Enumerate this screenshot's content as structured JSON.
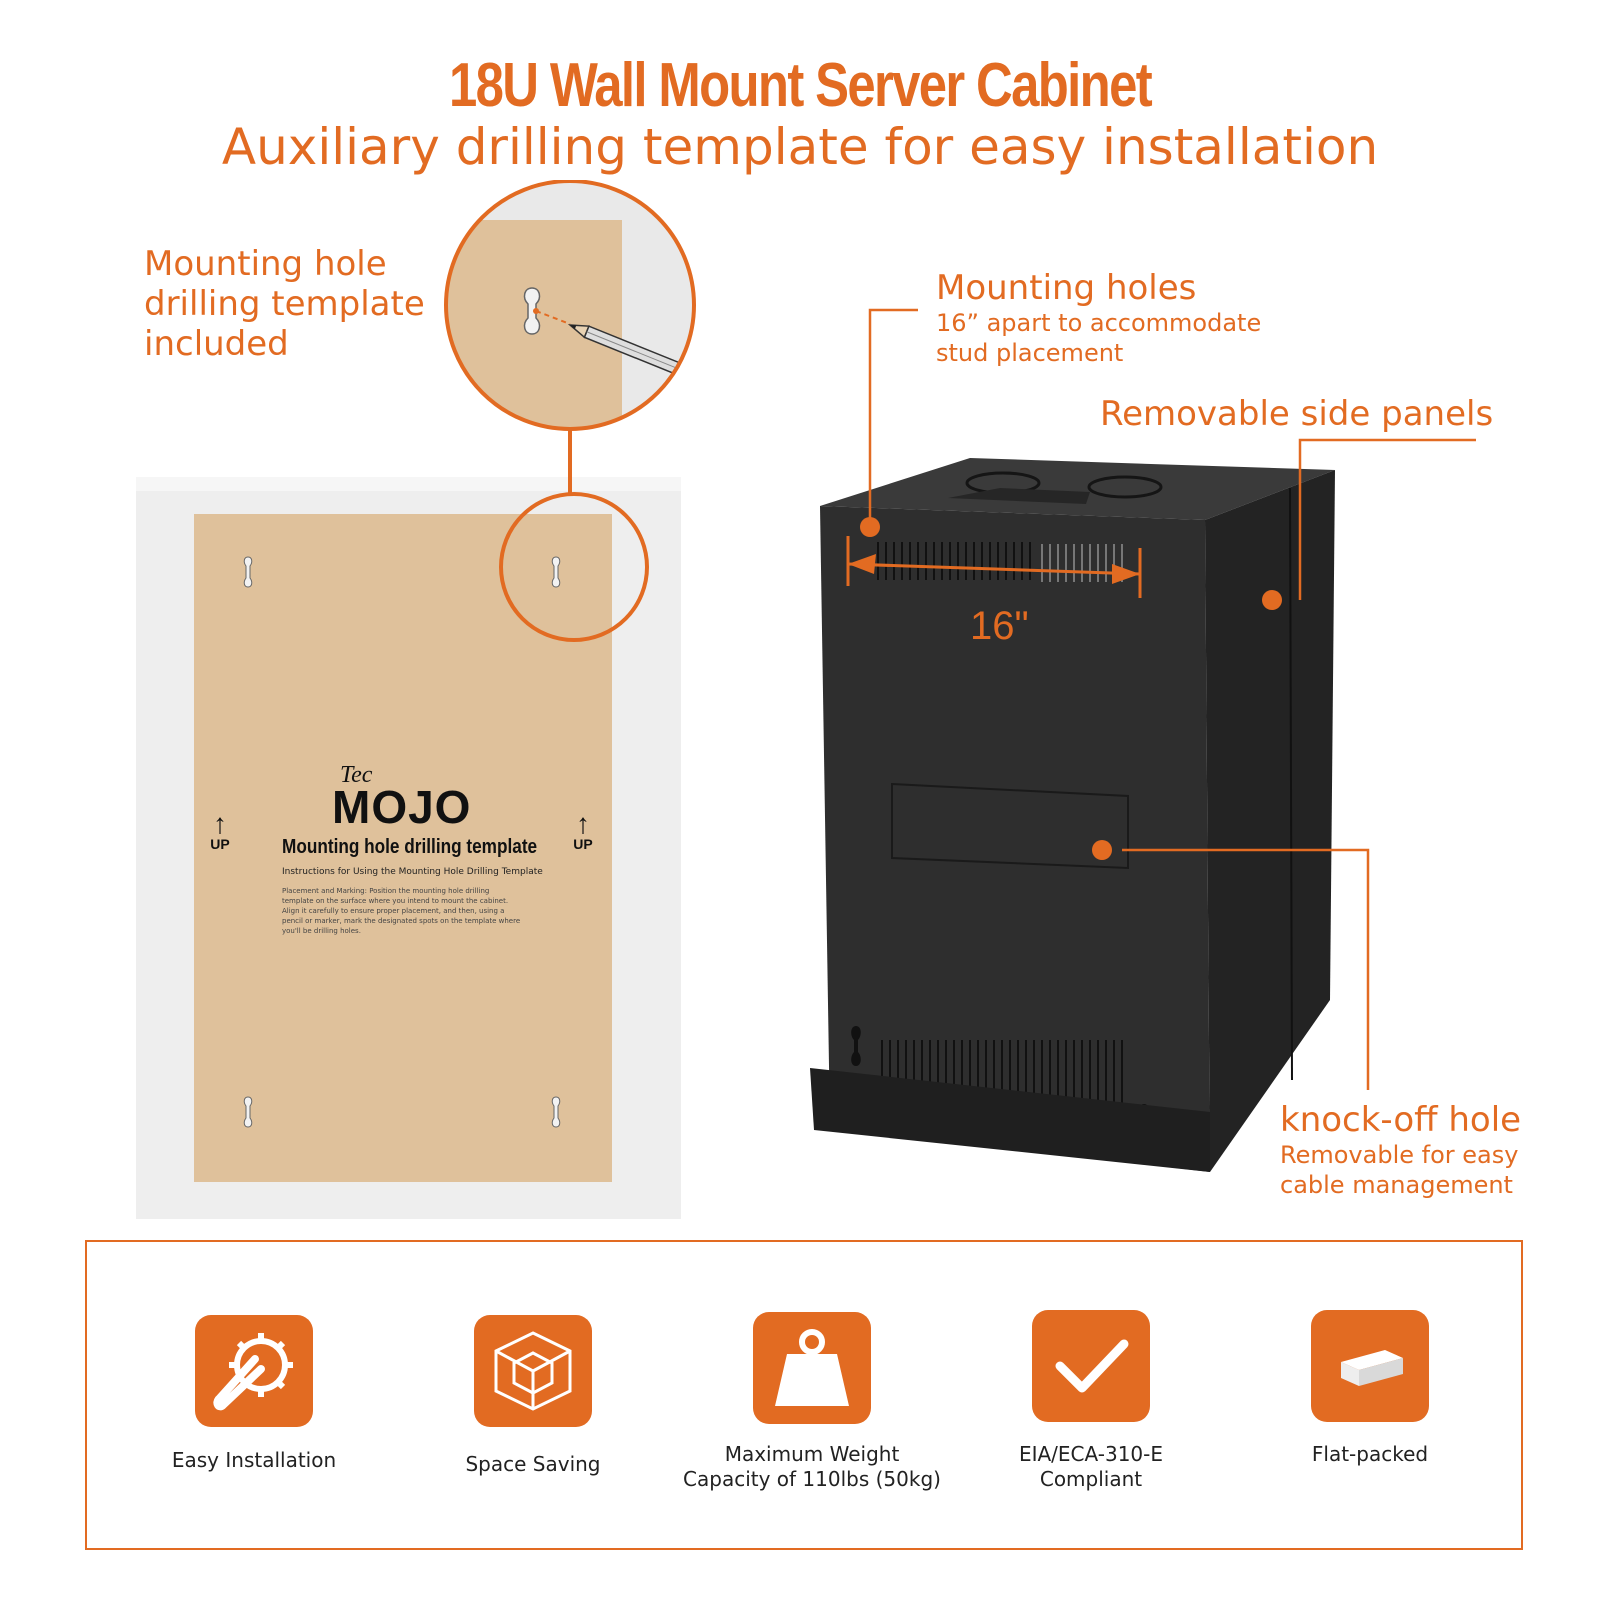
{
  "header": {
    "title": "18U Wall Mount Server Cabinet",
    "subtitle": "Auxiliary drilling template for easy installation"
  },
  "callouts": {
    "template_text": "Mounting hole drilling template included",
    "template_lines": [
      "Mounting hole",
      "drilling template",
      "included"
    ],
    "mounting_holes_title": "Mounting holes",
    "mounting_holes_lines": [
      "16” apart to accommodate",
      "stud placement"
    ],
    "side_panels_title": "Removable side panels",
    "knockoff_title": "knock-off hole",
    "knockoff_lines": [
      "Removable for easy",
      "cable management"
    ],
    "dimension": "16\""
  },
  "template": {
    "logo_small": "Tec",
    "logo": "MOJO",
    "heading": "Mounting hole drilling template",
    "instructions_title": "Instructions for Using the Mounting Hole Drilling Template",
    "instructions_body": "Placement and Marking: Position the mounting hole drilling template on the surface where you intend to mount the cabinet. Align it carefully to ensure proper placement, and then, using a pencil or marker, mark the designated spots on the template where you'll be drilling holes.",
    "up_label": "UP"
  },
  "features": [
    {
      "icon": "gear-wrench-icon",
      "label": "Easy Installation"
    },
    {
      "icon": "cube-icon",
      "label": "Space Saving"
    },
    {
      "icon": "weight-icon",
      "label_lines": [
        "Maximum Weight",
        "Capacity of 110lbs (50kg)"
      ]
    },
    {
      "icon": "checkmark-icon",
      "label_lines": [
        "EIA/ECA-310-E",
        "Compliant"
      ]
    },
    {
      "icon": "flat-box-icon",
      "label": "Flat-packed"
    }
  ],
  "colors": {
    "accent": "#e26b22",
    "template": "#dfc19b",
    "cabinet": "#2b2b2b"
  }
}
